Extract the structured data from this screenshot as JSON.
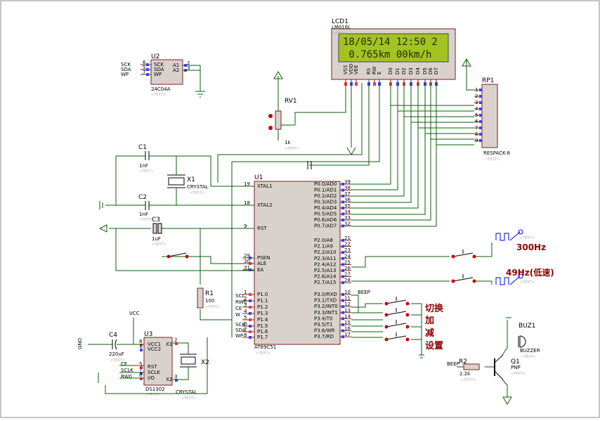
{
  "lcd": {
    "ref": "LCD1",
    "part": "LM016L",
    "line1": "18/05/14 12:50 2",
    "line2": " 0.765km 00km/h",
    "pins": [
      "VSS",
      "VDD",
      "VEE",
      "RS",
      "RW",
      "E",
      "D0",
      "D1",
      "D2",
      "D3",
      "D4",
      "D5",
      "D6",
      "D7"
    ]
  },
  "u1": {
    "ref": "U1",
    "part": "AT89C51",
    "left_pins": [
      {
        "num": "19",
        "name": "XTAL1"
      },
      {
        "num": "18",
        "name": "XTAL2"
      },
      {
        "num": "9",
        "name": "RST"
      },
      {
        "num": "29",
        "name": "PSEN"
      },
      {
        "num": "30",
        "name": "ALE"
      },
      {
        "num": "31",
        "name": "EA"
      },
      {
        "num": "1",
        "name": "P1.0"
      },
      {
        "num": "2",
        "name": "P1.1"
      },
      {
        "num": "3",
        "name": "P1.2"
      },
      {
        "num": "4",
        "name": "P1.3"
      },
      {
        "num": "5",
        "name": "P1.4"
      },
      {
        "num": "6",
        "name": "P1.5"
      },
      {
        "num": "7",
        "name": "P1.6"
      },
      {
        "num": "8",
        "name": "P1.7"
      }
    ],
    "right_p0": [
      {
        "num": "39",
        "name": "P0.0/AD0"
      },
      {
        "num": "38",
        "name": "P0.1/AD1"
      },
      {
        "num": "37",
        "name": "P0.2/AD2"
      },
      {
        "num": "36",
        "name": "P0.3/AD3"
      },
      {
        "num": "35",
        "name": "P0.4/AD4"
      },
      {
        "num": "34",
        "name": "P0.5/AD5"
      },
      {
        "num": "33",
        "name": "P0.6/AD6"
      },
      {
        "num": "32",
        "name": "P0.7/AD7"
      }
    ],
    "right_p2": [
      {
        "num": "21",
        "name": "P2.0/A8"
      },
      {
        "num": "22",
        "name": "P2.1/A9"
      },
      {
        "num": "23",
        "name": "P2.2/A10"
      },
      {
        "num": "24",
        "name": "P2.3/A11"
      },
      {
        "num": "25",
        "name": "P2.4/A12"
      },
      {
        "num": "26",
        "name": "P2.5/A13"
      },
      {
        "num": "27",
        "name": "P2.6/A14"
      },
      {
        "num": "28",
        "name": "P2.7/A15"
      }
    ],
    "right_p3": [
      {
        "num": "10",
        "name": "P3.0/RXD"
      },
      {
        "num": "11",
        "name": "P3.1/TXD"
      },
      {
        "num": "12",
        "name": "P3.2/INT0"
      },
      {
        "num": "13",
        "name": "P3.3/INT1"
      },
      {
        "num": "14",
        "name": "P3.4/T0"
      },
      {
        "num": "15",
        "name": "P3.5/T1"
      },
      {
        "num": "16",
        "name": "P3.6/WR"
      },
      {
        "num": "17",
        "name": "P3.7/RD"
      }
    ],
    "net_labels": [
      "SCL",
      "RW0",
      "CE",
      "W",
      "SCK",
      "SDA",
      "WP"
    ]
  },
  "u2": {
    "ref": "U2",
    "part": "24C04A",
    "pins_left": [
      "SCK",
      "SDA",
      "WP"
    ],
    "pins_right": [
      "A1",
      "A2"
    ],
    "nums_left": [
      "6",
      "5",
      "7"
    ],
    "nums_right": [
      "2",
      "3"
    ]
  },
  "u3": {
    "ref": "U3",
    "part": "DS1302",
    "pins": [
      "VCC1",
      "VCC2",
      "X1",
      "X2",
      "RST",
      "SCLK",
      "I/O"
    ],
    "nums": [
      "8",
      "1",
      "2",
      "3",
      "5",
      "7",
      "6"
    ],
    "labels": [
      "CE",
      "SCLK",
      "RW0"
    ]
  },
  "rp1": {
    "ref": "RP1",
    "part": "RESPACK-8",
    "nums": [
      "1",
      "2",
      "3",
      "4",
      "5",
      "6",
      "7",
      "8",
      "9"
    ]
  },
  "parts": {
    "c1": {
      "ref": "C1",
      "value": "1nF"
    },
    "c2": {
      "ref": "C2",
      "value": "1nF"
    },
    "c3": {
      "ref": "C3",
      "value": "1uF"
    },
    "c4": {
      "ref": "C4",
      "value": "220uF"
    },
    "x1": {
      "ref": "X1",
      "value": "CRYSTAL"
    },
    "x2": {
      "ref": "X2",
      "value": "CRYSTAL"
    },
    "r1": {
      "ref": "R1",
      "value": "100"
    },
    "r2": {
      "ref": "R2",
      "value": "2.2k"
    },
    "rv1": {
      "ref": "RV1",
      "value": "1k"
    },
    "q1": {
      "ref": "Q1",
      "value": "PNP"
    },
    "buz1": {
      "ref": "BUZ1",
      "value": "BUZZER"
    }
  },
  "text_placeholder": "<TEXT>",
  "vcc_label": "VCC",
  "gnd_label": "GND",
  "beep_label": "BEEP",
  "signal_300": "300Hz",
  "signal_49": "49Hz(低速)",
  "switch_labels": [
    "切换",
    "加",
    "减",
    "设置"
  ]
}
